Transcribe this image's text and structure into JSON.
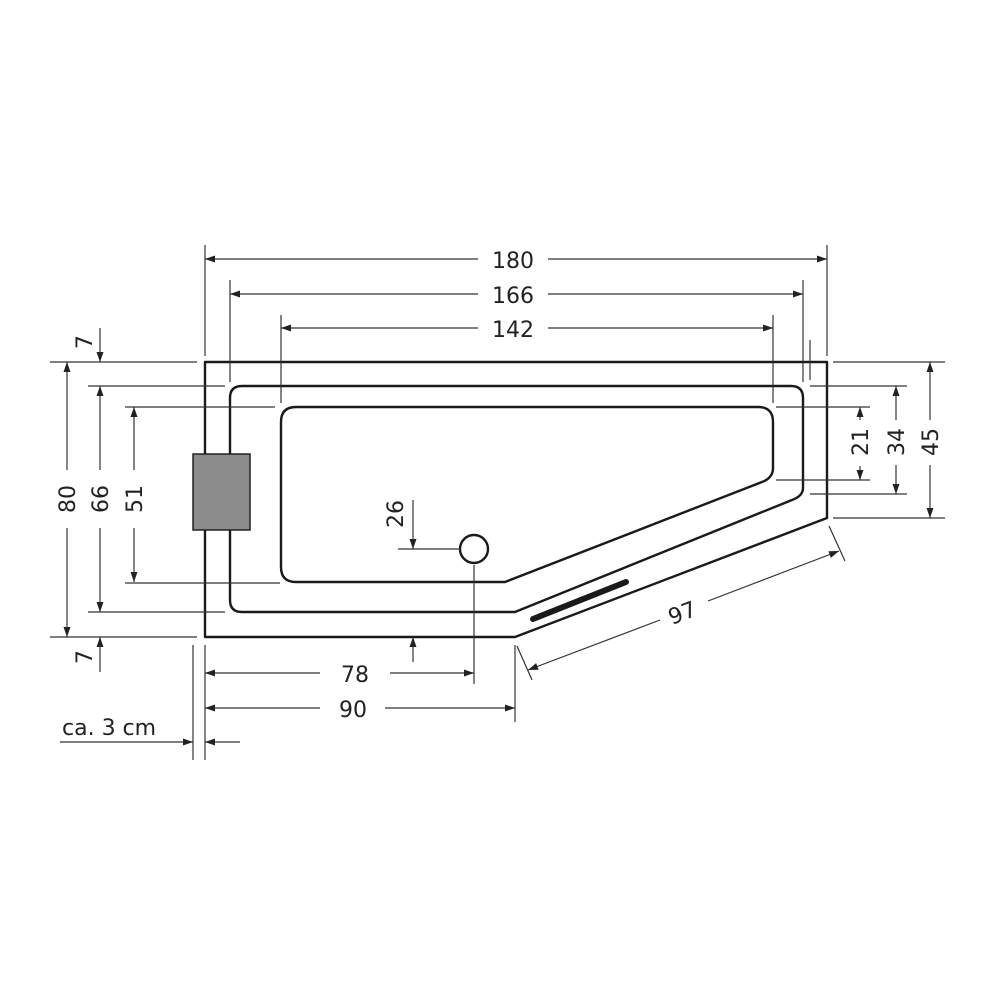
{
  "title": "Bathtub dimension drawing",
  "colors": {
    "line": "#1a1a1a",
    "panel": "#8c8c8c",
    "background": "#ffffff"
  },
  "dimensions": {
    "total_length": "180",
    "rim_length": "166",
    "basin_length": "142",
    "total_width": "80",
    "rim_width": "66",
    "basin_width": "51",
    "top_edge": "7",
    "bottom_edge": "7",
    "drain_offset": "26",
    "drain_position": "78",
    "straight_front": "90",
    "diagonal_front": "97",
    "right_end_total": "45",
    "right_end_rim": "34",
    "right_end_basin": "21",
    "panel_depth": "ca. 3 cm"
  }
}
